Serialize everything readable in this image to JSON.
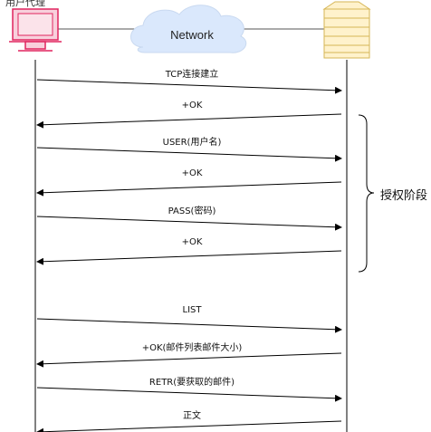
{
  "client_label": "用户代理",
  "network_label": "Network",
  "auth_phase_label": "授权阶段",
  "messages": [
    {
      "label": "TCP连接建立",
      "direction": "to-server"
    },
    {
      "label": "+OK",
      "direction": "to-client"
    },
    {
      "label": "USER(用户名)",
      "direction": "to-server"
    },
    {
      "label": "+OK",
      "direction": "to-client"
    },
    {
      "label": "PASS(密码)",
      "direction": "to-server"
    },
    {
      "label": "+OK",
      "direction": "to-client"
    },
    {
      "label": "LIST",
      "direction": "to-server"
    },
    {
      "label": "+OK(邮件列表邮件大小)",
      "direction": "to-client"
    },
    {
      "label": "RETR(要获取的邮件)",
      "direction": "to-server"
    },
    {
      "label": "正文",
      "direction": "to-client"
    }
  ],
  "colors": {
    "client_icon": "#e0245e",
    "client_fill": "#f8d0dc",
    "server_stroke": "#d6b656",
    "server_fill": "#fff2cc",
    "cloud_fill": "#dae8fc",
    "line": "#000000"
  }
}
